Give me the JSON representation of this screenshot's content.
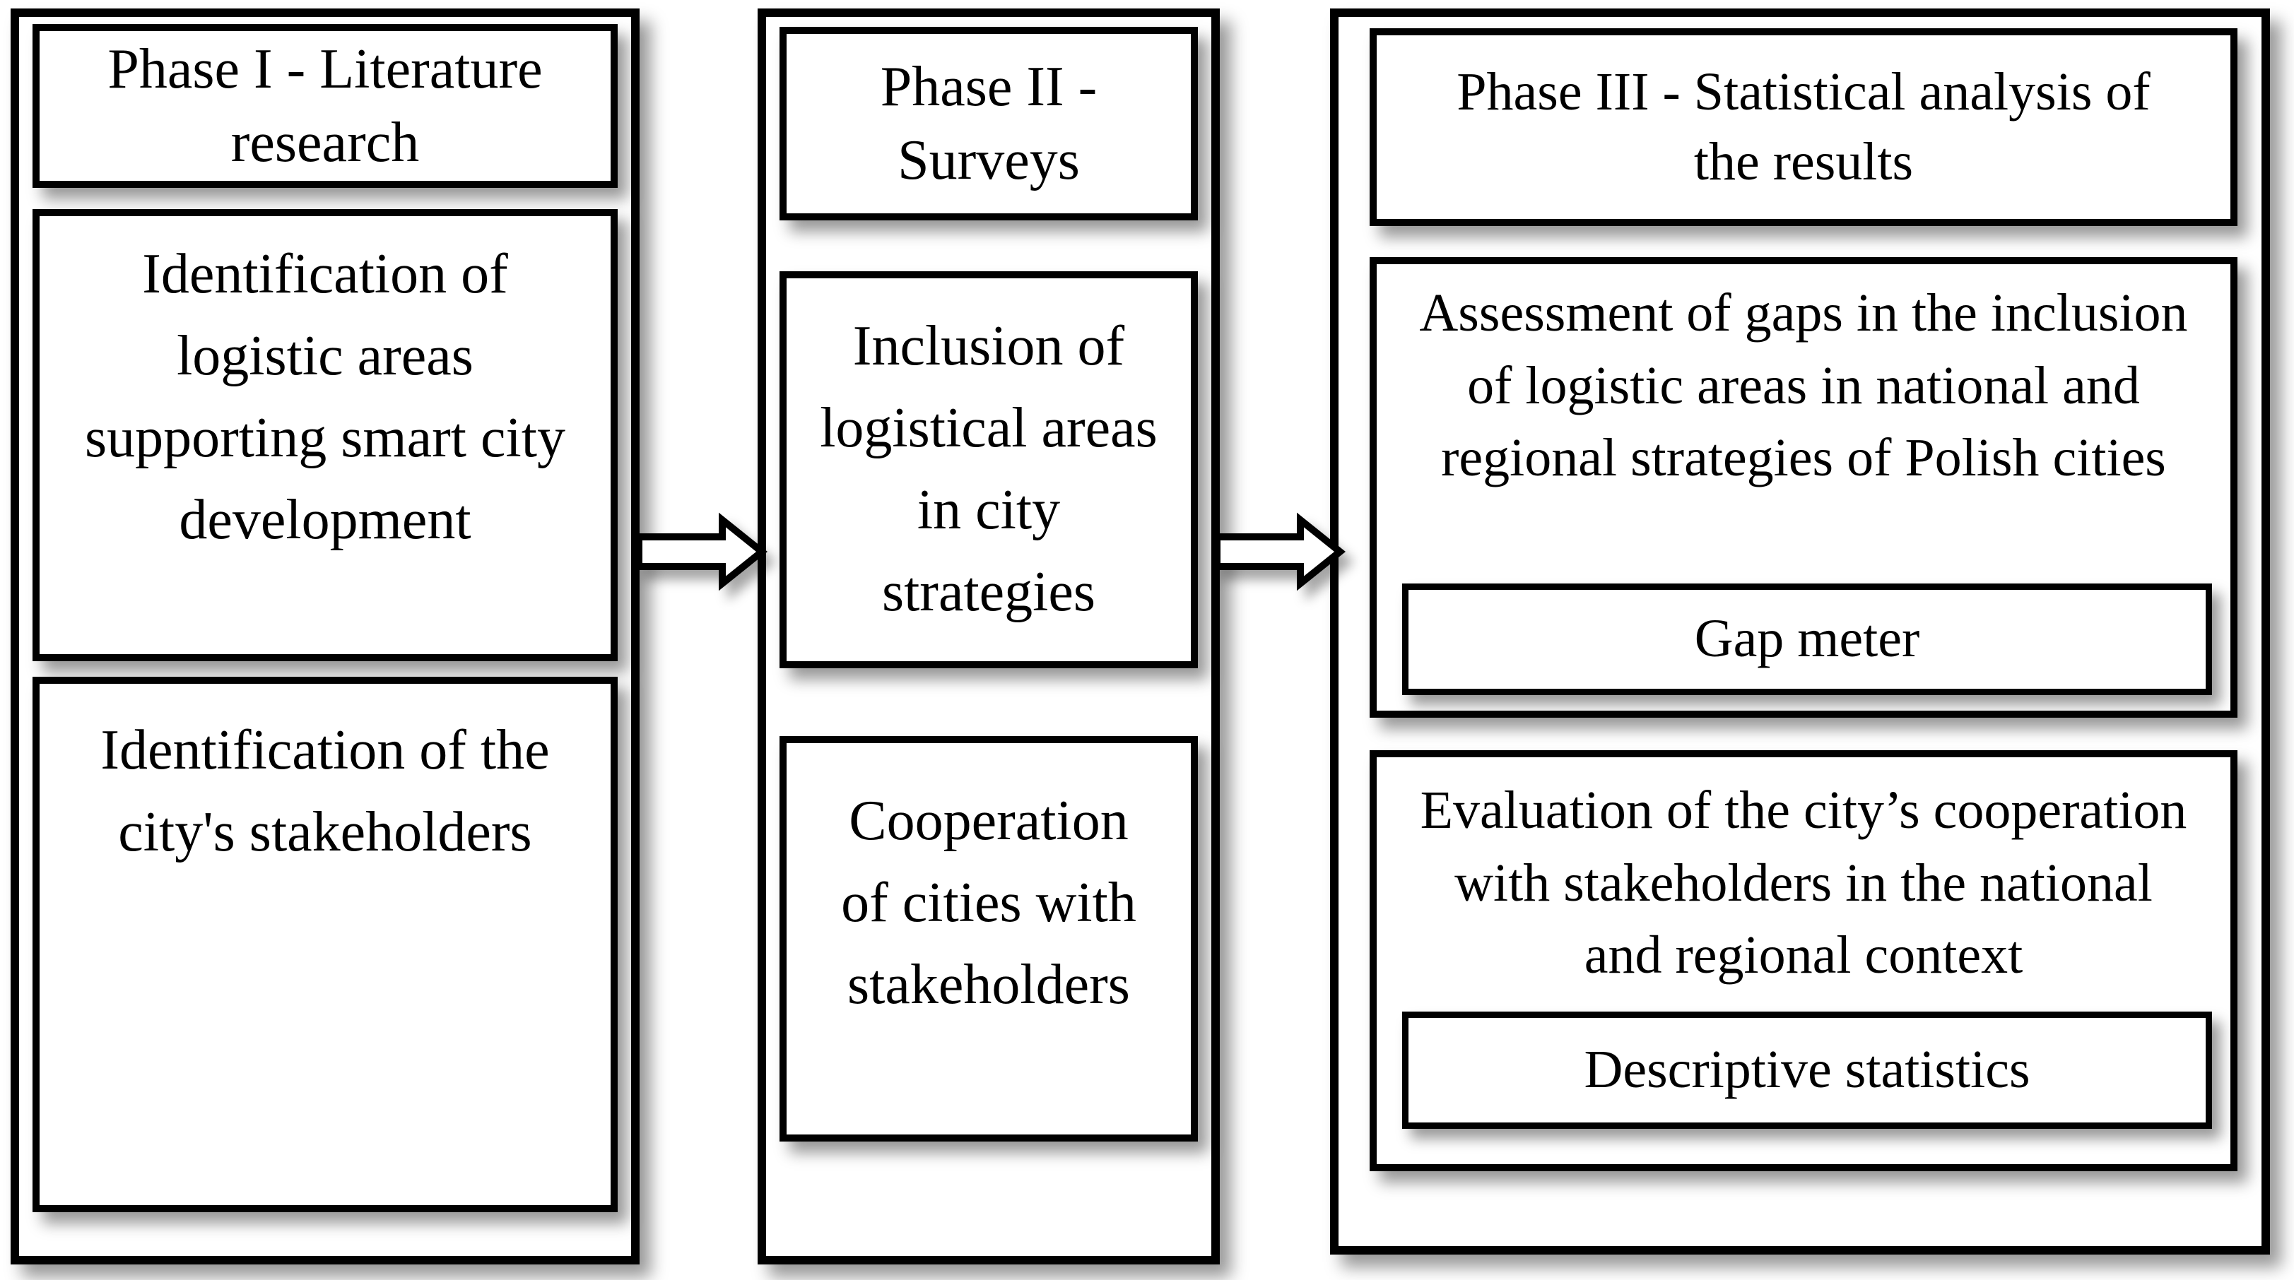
{
  "diagram": {
    "columns": [
      {
        "id": "phase-1",
        "header": "Phase I - Literature\nresearch",
        "boxes": [
          {
            "text": "Identification of\nlogistic areas\nsupporting smart city\ndevelopment"
          },
          {
            "text": "Identification of the\ncity's stakeholders"
          }
        ]
      },
      {
        "id": "phase-2",
        "header": "Phase II -\nSurveys",
        "boxes": [
          {
            "text": "Inclusion of\nlogistical areas\nin city\nstrategies"
          },
          {
            "text": "Cooperation\nof cities with\nstakeholders"
          }
        ]
      },
      {
        "id": "phase-3",
        "header": "Phase III - Statistical analysis of\nthe results",
        "boxes": [
          {
            "text": "Assessment of gaps in the inclusion\nof logistic areas in national and\nregional strategies of Polish cities",
            "sub_box": "Gap meter"
          },
          {
            "text": "Evaluation of the city’s cooperation\nwith stakeholders in the national\nand regional context",
            "sub_box": "Descriptive statistics"
          }
        ]
      }
    ],
    "arrows": [
      {
        "from": "phase-1",
        "to": "phase-2",
        "direction": "right"
      },
      {
        "from": "phase-2",
        "to": "phase-3",
        "direction": "right"
      }
    ],
    "colors": {
      "border": "#000000",
      "background": "#ffffff",
      "text": "#000000",
      "shadow": "rgba(0,0,0,0.40)"
    }
  }
}
